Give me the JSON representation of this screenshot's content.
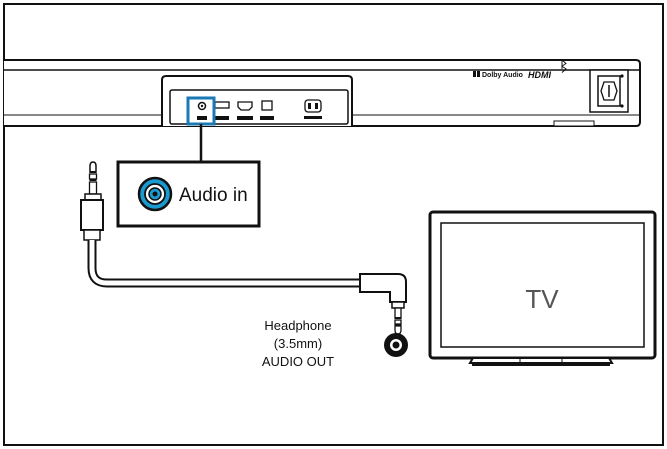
{
  "soundbar": {
    "brand_dolby": "Dolby Audio",
    "brand_hdmi": "HDMI"
  },
  "callout": {
    "label": "Audio in"
  },
  "tv": {
    "label": "TV"
  },
  "headphone_port": {
    "line1": "Headphone",
    "line2": "(3.5mm)",
    "line3": "AUDIO OUT"
  },
  "colors": {
    "highlight": "#1a7ab5",
    "jack_fill": "#1a9ad0",
    "outline": "#111111"
  }
}
